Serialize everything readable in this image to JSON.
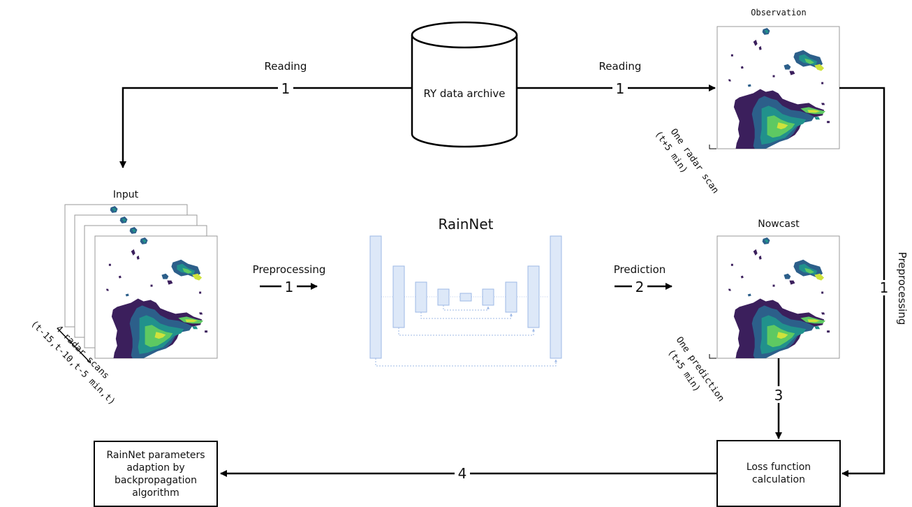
{
  "archive": {
    "label": "RY data archive"
  },
  "steps": {
    "reading_left": {
      "label": "Reading",
      "number": "1"
    },
    "reading_right": {
      "label": "Reading",
      "number": "1"
    },
    "preprocessing_input": {
      "label": "Preprocessing",
      "number": "1"
    },
    "prediction": {
      "label": "Prediction",
      "number": "2"
    },
    "preprocessing_observation": {
      "label": "Preprocessing",
      "number": "1"
    },
    "loss_step": {
      "number": "3"
    },
    "backprop_step": {
      "number": "4"
    }
  },
  "observation": {
    "title": "Observation",
    "caption_line1": "One radar scan",
    "caption_line2": "(t+5 min)"
  },
  "input": {
    "title": "Input",
    "caption_line1": "4 radar scans",
    "caption_line2": "(t-15,t-10,t-5 min,t)"
  },
  "nowcast": {
    "title": "Nowcast",
    "caption_line1": "One prediction",
    "caption_line2": "(t+5 min)"
  },
  "model": {
    "title": "RainNet"
  },
  "loss_box": {
    "label": "Loss function\ncalculation"
  },
  "params_box": {
    "label": "RainNet parameters\nadaption by\nbackpropagation\nalgorithm"
  },
  "colors": {
    "radar_dark": "#3b1f5c",
    "radar_blue": "#2c5f8a",
    "radar_teal": "#21918c",
    "radar_green": "#5ec962",
    "radar_yellow": "#cfe23c",
    "unet_fill": "#dde8f8",
    "unet_stroke": "#9db8e6",
    "arrow": "#000000"
  }
}
